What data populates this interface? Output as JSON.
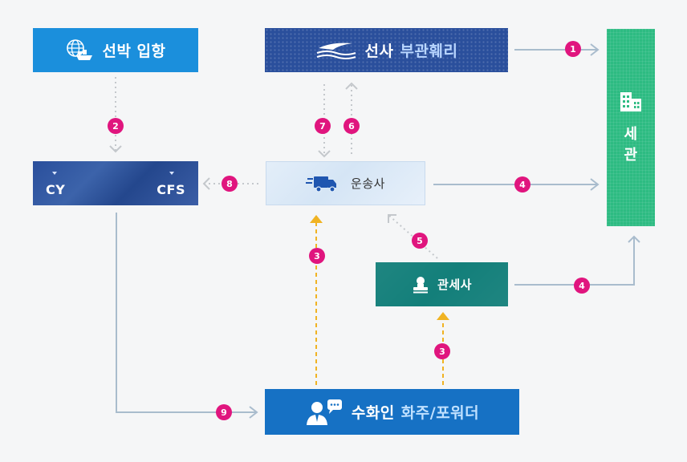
{
  "nodes": {
    "ship_arrival": {
      "label": "선박 입항"
    },
    "carrier": {
      "label": "선사",
      "accent_label": "부관훼리"
    },
    "cy_cfs": {
      "left_label": "CY",
      "right_label": "CFS"
    },
    "transport": {
      "label": "운송사"
    },
    "customs": {
      "label_line1": "세",
      "label_line2": "관"
    },
    "broker": {
      "label": "관세사"
    },
    "consignee": {
      "label": "수화인",
      "accent_label": "화주/포워더"
    }
  },
  "steps": {
    "s1": "1",
    "s2": "2",
    "s3a": "3",
    "s3b": "3",
    "s4a": "4",
    "s4b": "4",
    "s5": "5",
    "s6": "6",
    "s7": "7",
    "s8": "8",
    "s9": "9"
  },
  "colors": {
    "ship_arrival": "#1b8fdc",
    "carrier": "#2a4f9c",
    "cy_cfs": "#2a4f9c",
    "transport": "#dde9f6",
    "customs": "#2dbb82",
    "broker": "#137f7a",
    "consignee": "#1671c4",
    "step_badge": "#e0157e",
    "solid_arrow": "#a9bccd",
    "dotted_arrow": "#c4c8cc",
    "dashed_arrow": "#f0b323"
  }
}
